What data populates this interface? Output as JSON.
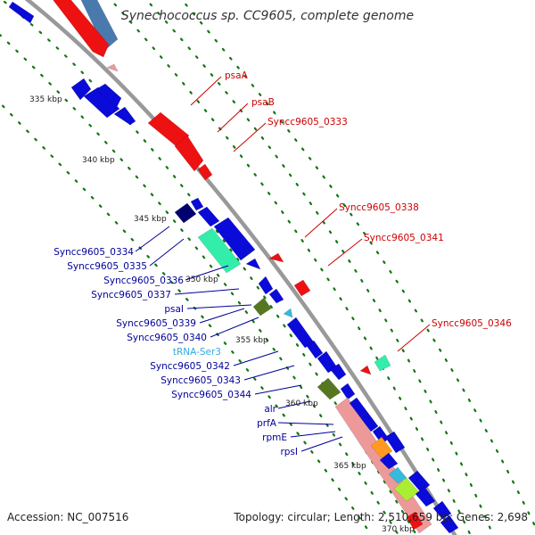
{
  "title": "Synechococcus sp. CC9605, complete genome",
  "accession": "Accession: NC_007516",
  "topology": "Topology: circular; Length: 2,510,659 bp; Genes: 2,698",
  "colors": {
    "backbone": "#999999",
    "kbp_dots": "#117711",
    "cds_blue": "#0a0ad9",
    "cds_red": "#ee1111",
    "steelblue": "#4a7aad",
    "navy": "#000070",
    "mint": "#33eeaa",
    "olive": "#557722",
    "cyan": "#33bbdd",
    "pink": "#ee9999",
    "orange": "#ff9922",
    "lime": "#aaee33",
    "label_red": "#cc0000",
    "label_blue": "#000099",
    "label_trna": "#33aadd"
  },
  "kbp_labels": [
    "335 kbp",
    "340 kbp",
    "345 kbp",
    "350 kbp",
    "355 kbp",
    "360 kbp",
    "365 kbp",
    "370 kbp"
  ],
  "right_labels": [
    "psaA",
    "psaB",
    "Syncc9605_0333",
    "Syncc9605_0338",
    "Syncc9605_0341",
    "Syncc9605_0346"
  ],
  "left_labels": [
    "Syncc9605_0334",
    "Syncc9605_0335",
    "Syncc9605_0336",
    "Syncc9605_0337",
    "psaI",
    "Syncc9605_0339",
    "Syncc9605_0340",
    "tRNA-Ser3",
    "Syncc9605_0342",
    "Syncc9605_0343",
    "Syncc9605_0344",
    "alr",
    "prfA",
    "rpmE",
    "rpsI"
  ]
}
